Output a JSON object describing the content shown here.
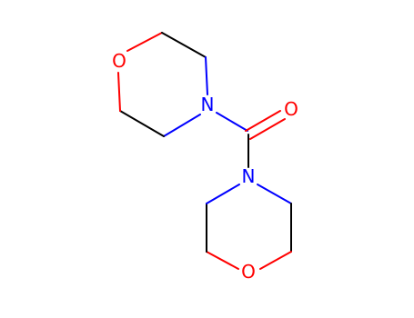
{
  "colors": {
    "carbon_bond": "#000000",
    "nitrogen": "#0000ff",
    "oxygen": "#ff0000",
    "background": "#ffffff"
  },
  "atoms": {
    "o_top": "O",
    "n_top": "N",
    "o_carbonyl": "O",
    "n_bottom": "N",
    "o_bottom": "O"
  }
}
